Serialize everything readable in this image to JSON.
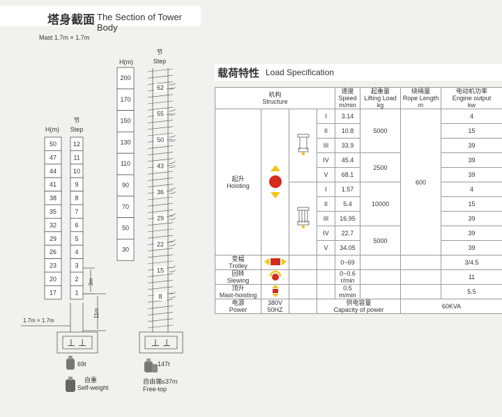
{
  "header": {
    "title_zh": "塔身截面",
    "title_en": "The Section of Tower Body"
  },
  "mast_size": "Mast 1.7m × 1.7m",
  "left_column": {
    "h_label": "H(m)",
    "step_label_zh": "节",
    "step_label_en": "Step",
    "heights": [
      "50",
      "47",
      "44",
      "41",
      "38",
      "35",
      "32",
      "29",
      "26",
      "23",
      "20",
      "17"
    ],
    "steps": [
      "12",
      "11",
      "10",
      "9",
      "8",
      "7",
      "6",
      "5",
      "4",
      "3",
      "2",
      "1"
    ],
    "dim_3m": "3m",
    "dim_11m": "11m",
    "base_size": "1.7m × 1.7m",
    "weight": "69t",
    "caption_zh": "自重",
    "caption_en": "Self-weight"
  },
  "right_column": {
    "h_label": "H(m)",
    "step_label_zh": "节",
    "step_label_en": "Step",
    "heights": [
      "200",
      "170",
      "150",
      "130",
      "110",
      "90",
      "70",
      "50",
      "30"
    ],
    "steps": [
      "62",
      "55",
      "50",
      "43",
      "36",
      "29",
      "22",
      "15",
      "8"
    ],
    "weight": "147t",
    "caption_zh": "自由端≤37m",
    "caption_en": "Free-top"
  },
  "load_spec": {
    "title_zh": "载荷特性",
    "title_en": "Load Specification",
    "headers": {
      "structure_zh": "机构",
      "structure_en": "Structure",
      "speed_zh": "速度",
      "speed_en": "Speed",
      "speed_unit": "m/min",
      "load_zh": "起重量",
      "load_en": "Lifting Load",
      "load_unit": "kg",
      "rope_zh": "绕绳量",
      "rope_en": "Rope Length",
      "rope_unit": "m",
      "power_zh": "电动机功率",
      "power_en": "Engine output",
      "power_unit": "kw"
    },
    "hoisting": {
      "label_zh": "起升",
      "label_en": "Hoisting",
      "rows": [
        {
          "gear": "I",
          "speed": "3.14",
          "power": "4"
        },
        {
          "gear": "II",
          "speed": "10.8",
          "power": "15"
        },
        {
          "gear": "III",
          "speed": "33.9",
          "power": "39"
        },
        {
          "gear": "IV",
          "speed": "45.4",
          "power": "39"
        },
        {
          "gear": "V",
          "speed": "68.1",
          "power": "39"
        },
        {
          "gear": "I",
          "speed": "1.57",
          "power": "4"
        },
        {
          "gear": "II",
          "speed": "5.4",
          "power": "15"
        },
        {
          "gear": "III",
          "speed": "16.95",
          "power": "39"
        },
        {
          "gear": "IV",
          "speed": "22.7",
          "power": "39"
        },
        {
          "gear": "V",
          "speed": "34.05",
          "power": "39"
        }
      ],
      "loads": [
        "5000",
        "2500",
        "10000",
        "5000"
      ],
      "rope": "600"
    },
    "trolley": {
      "label_zh": "变幅",
      "label_en": "Trolley",
      "speed": "0~69",
      "power": "3/4.5"
    },
    "slewing": {
      "label_zh": "回转",
      "label_en": "Slewing",
      "speed": "0~0.6",
      "speed_unit": "r/min",
      "power": "11"
    },
    "mast_hoisting": {
      "label_zh": "顶升",
      "label_en": "Mast-hoisting",
      "speed": "0.5",
      "speed_unit": "m/min",
      "power": "5.5"
    },
    "power": {
      "label_zh": "电源",
      "label_en": "Power",
      "voltage": "380V",
      "freq": "50HZ",
      "capacity_zh": "供电容量",
      "capacity_en": "Capacity of power",
      "capacity": "60KVA"
    }
  },
  "colors": {
    "red": "#d42b1e",
    "yellow": "#f0c419",
    "line": "#555555"
  }
}
